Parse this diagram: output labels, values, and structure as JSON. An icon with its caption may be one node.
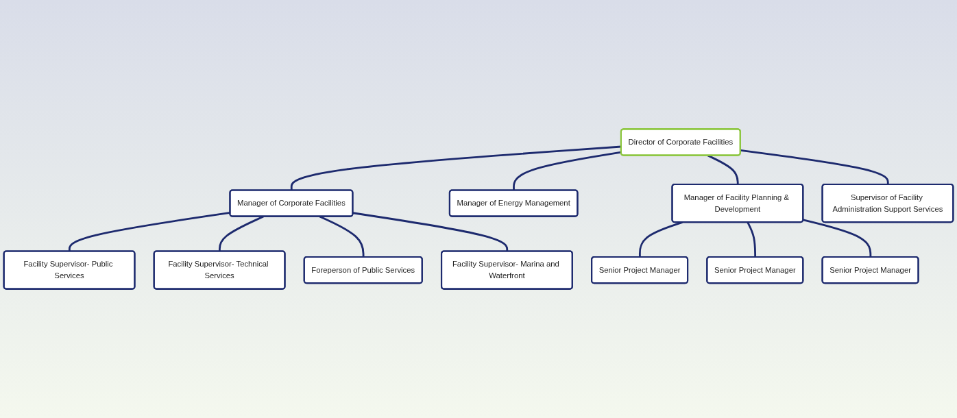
{
  "diagram": {
    "nodes": [
      {
        "text": [
          "Director of Corporate Facilities"
        ]
      },
      {
        "text": [
          "Manager of Corporate Facilities"
        ]
      },
      {
        "text": [
          "Manager of Energy Management"
        ]
      },
      {
        "text": [
          "Manager of Facility Planning & Development"
        ]
      },
      {
        "text": [
          "Supervisor of Facility Administration Support Services"
        ]
      },
      {
        "text": [
          "Facility Supervisor- Public Services"
        ]
      },
      {
        "text": [
          "Facility Supervisor- Technical Services"
        ]
      },
      {
        "text": [
          "Foreperson of Public Services"
        ]
      },
      {
        "text": [
          "Facility Supervisor- Marina and Waterfront"
        ]
      },
      {
        "text": [
          "Senior Project Manager"
        ]
      },
      {
        "text": [
          "Senior Project Manager"
        ]
      },
      {
        "text": [
          "Senior Project Manager"
        ]
      }
    ],
    "edges": [
      {
        "from": 0,
        "to": 1,
        "arrow": "none"
      },
      {
        "from": 0,
        "to": 2,
        "arrow": "none"
      },
      {
        "from": 0,
        "to": 3,
        "arrow": "none"
      },
      {
        "from": 0,
        "to": 4,
        "arrow": "none"
      },
      {
        "from": 1,
        "to": 5,
        "arrow": "none"
      },
      {
        "from": 1,
        "to": 6,
        "arrow": "none"
      },
      {
        "from": 1,
        "to": 7,
        "arrow": "none"
      },
      {
        "from": 1,
        "to": 8,
        "arrow": "none"
      },
      {
        "from": 3,
        "to": 9,
        "arrow": "none"
      },
      {
        "from": 3,
        "to": 10,
        "arrow": "none"
      },
      {
        "from": 3,
        "to": 11,
        "arrow": "none"
      }
    ]
  }
}
